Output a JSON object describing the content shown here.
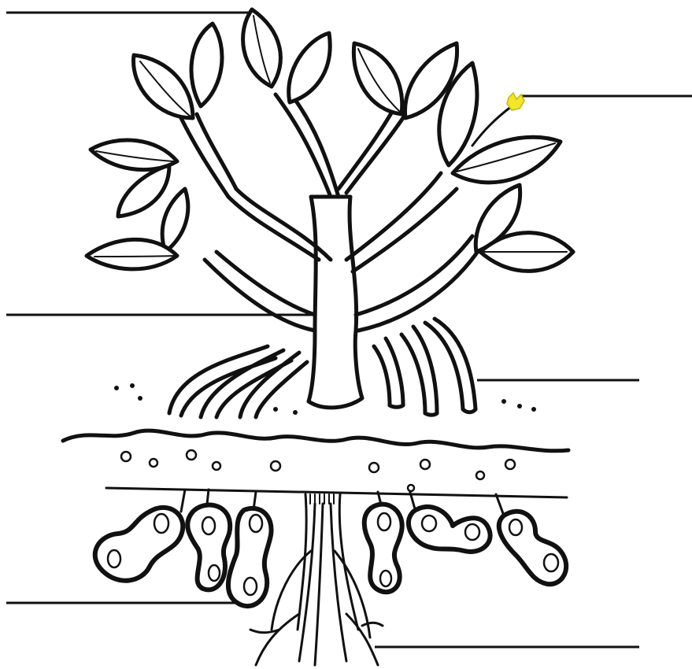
{
  "diagram": {
    "subject": "peanut-plant",
    "labels": [
      {
        "id": "leaves",
        "text": ""
      },
      {
        "id": "flower",
        "text": ""
      },
      {
        "id": "stem",
        "text": ""
      },
      {
        "id": "pegs",
        "text": ""
      },
      {
        "id": "pods",
        "text": ""
      },
      {
        "id": "roots",
        "text": ""
      }
    ],
    "colors": {
      "ink": "#111111",
      "flower": "#f3e52a",
      "background": "#ffffff"
    }
  }
}
